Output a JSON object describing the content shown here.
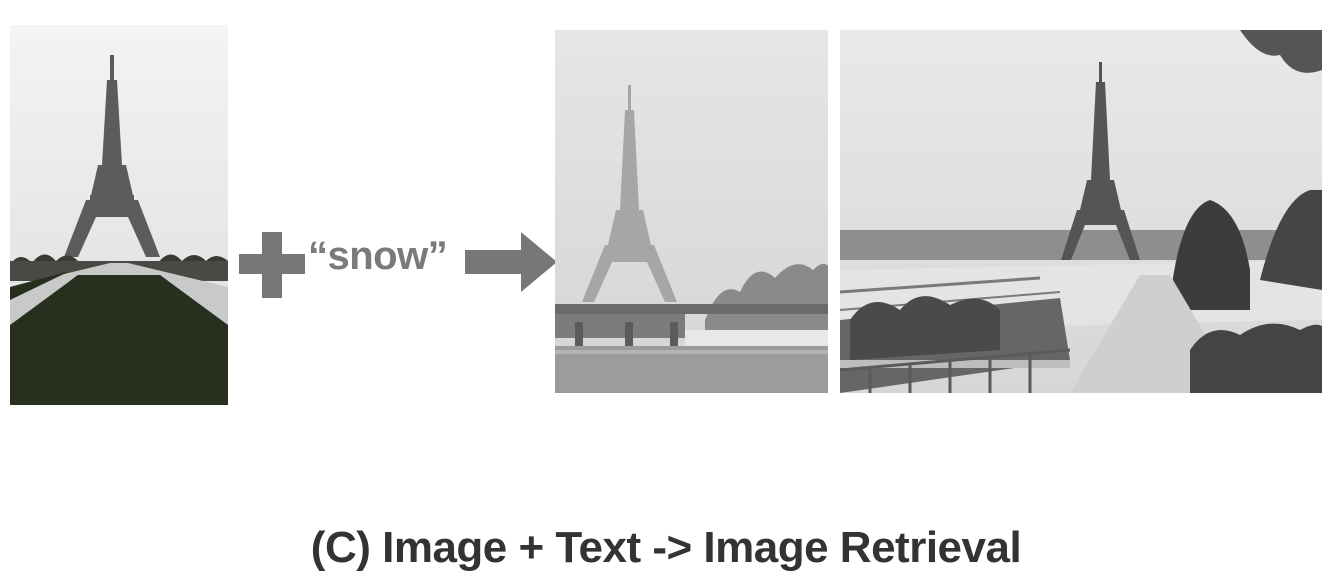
{
  "query_text": "“snow”",
  "caption": "(C) Image + Text -> Image Retrieval",
  "colors": {
    "operator_gray": "#777777",
    "caption_text": "#333333",
    "grass_dark": "#27301f"
  },
  "images": {
    "query": "eiffel-tower-summer-photo",
    "result_1": "eiffel-tower-snow-photo",
    "result_2": "eiffel-tower-snow-trocadero-photo"
  }
}
